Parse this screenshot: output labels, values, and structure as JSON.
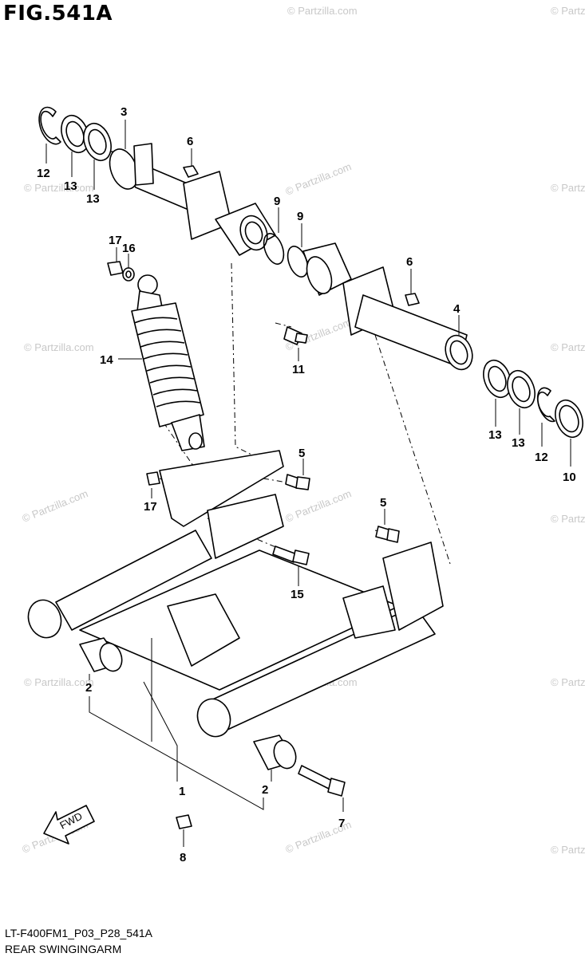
{
  "figure": {
    "title": "FIG.541A",
    "code": "LT-F400FM1_P03_P28_541A",
    "caption": "REAR SWINGINGARM"
  },
  "watermark": {
    "text": "© Partzilla.com"
  },
  "fwd_arrow": {
    "label": "FWD"
  },
  "callouts": {
    "c1": "1",
    "c2a": "2",
    "c2b": "2",
    "c3": "3",
    "c4": "4",
    "c5a": "5",
    "c5b": "5",
    "c6a": "6",
    "c6b": "6",
    "c7": "7",
    "c8": "8",
    "c9a": "9",
    "c9b": "9",
    "c10": "10",
    "c11": "11",
    "c12a": "12",
    "c12b": "12",
    "c13a": "13",
    "c13b": "13",
    "c13c": "13",
    "c13d": "13",
    "c14": "14",
    "c15": "15",
    "c16": "16",
    "c17a": "17",
    "c17b": "17"
  }
}
